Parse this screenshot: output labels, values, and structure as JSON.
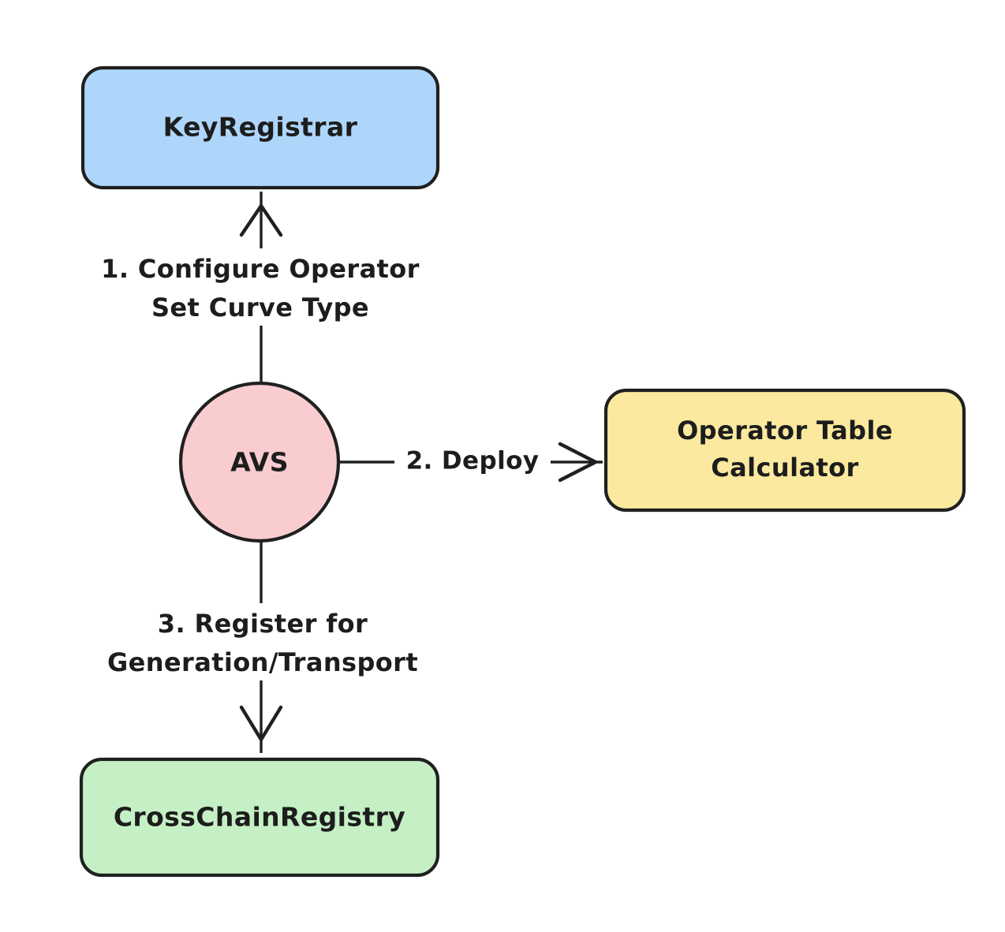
{
  "diagram": {
    "type": "flowchart",
    "direction": "top-to-bottom",
    "background_color": "#ffffff",
    "stroke_color": "#1f2020",
    "text_color": "#1d1d1d",
    "nodes": [
      {
        "id": "key-registrar",
        "label": "KeyRegistrar",
        "shape": "rounded-rectangle",
        "fill": "#aed6fb",
        "stroke": "#1f2020"
      },
      {
        "id": "avs",
        "label": "AVS",
        "shape": "circle",
        "fill": "#f9ccd0",
        "stroke": "#1f2020"
      },
      {
        "id": "operator-table-calculator",
        "label_line1": "Operator Table",
        "label_line2": "Calculator",
        "shape": "rounded-rectangle",
        "fill": "#fae99f",
        "stroke": "#1f2020"
      },
      {
        "id": "cross-chain-registry",
        "label": "CrossChainRegistry",
        "shape": "rounded-rectangle",
        "fill": "#c5f0c5",
        "stroke": "#1f2020"
      }
    ],
    "edges": [
      {
        "id": "edge-avs-keyregistrar",
        "from": "avs",
        "to": "key-registrar",
        "label_line1": "1. Configure Operator",
        "label_line2": "Set Curve Type",
        "arrow": "up"
      },
      {
        "id": "edge-avs-calculator",
        "from": "avs",
        "to": "operator-table-calculator",
        "label": "2. Deploy",
        "arrow": "right"
      },
      {
        "id": "edge-avs-crosschainregistry",
        "from": "avs",
        "to": "cross-chain-registry",
        "label_line1": "3. Register for",
        "label_line2": "Generation/Transport",
        "arrow": "down"
      }
    ]
  }
}
